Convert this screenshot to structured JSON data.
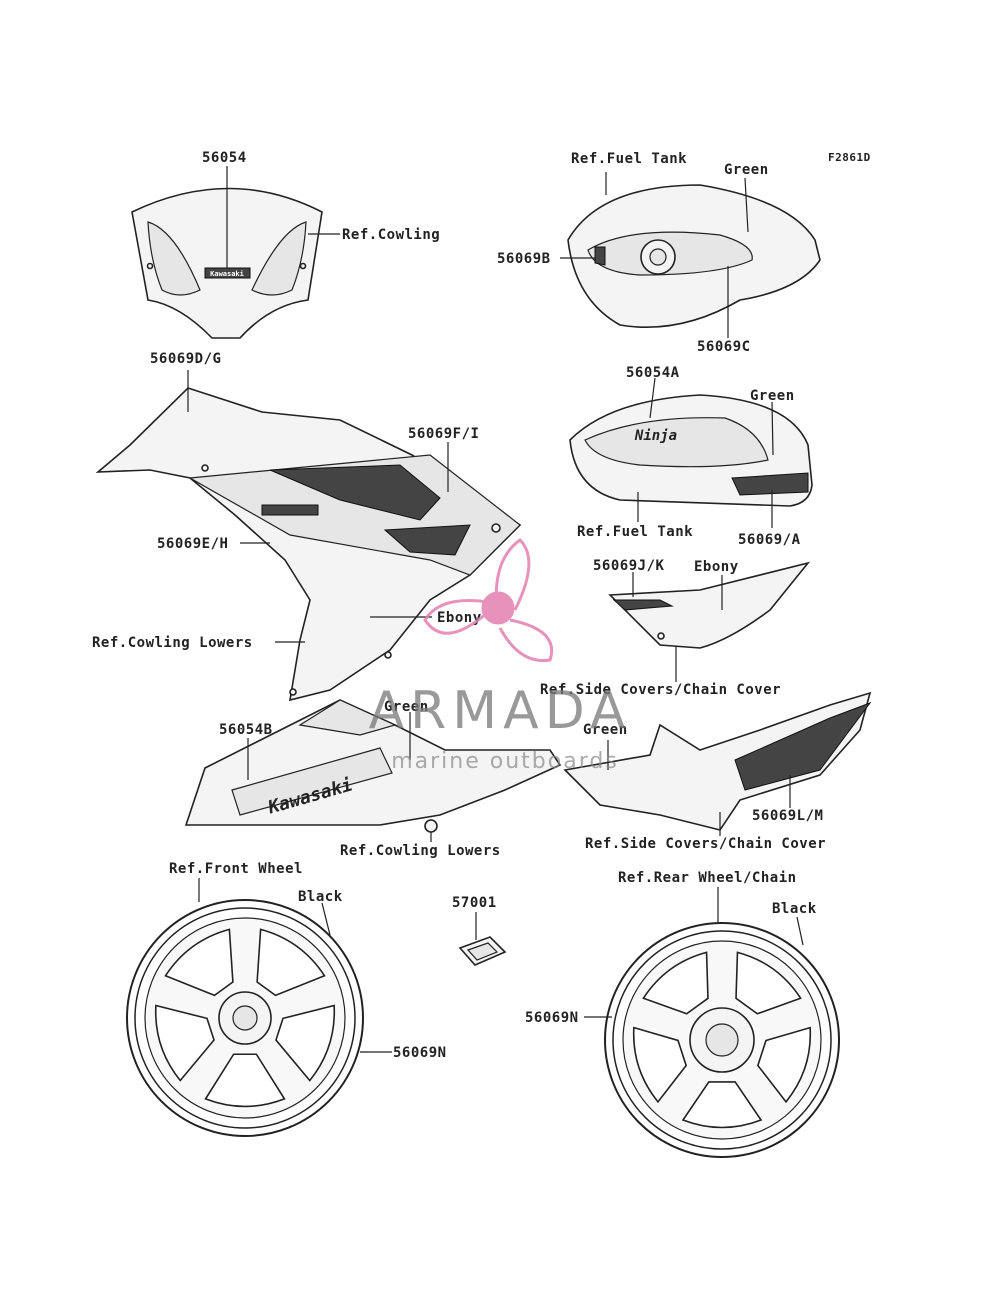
{
  "figure_code": "F2861D",
  "callouts": {
    "windscreen_part": "56054",
    "windscreen_ref": "Ref.Cowling",
    "tank_top_ref": "Ref.Fuel Tank",
    "tank_top_color": "Green",
    "tank_top_part_b": "56069B",
    "tank_top_part_c": "56069C",
    "tank_side_part": "56054A",
    "tank_side_color": "Green",
    "tank_side_ref": "Ref.Fuel Tank",
    "tank_side_part_a": "56069/A",
    "cowl_part_dg": "56069D/G",
    "cowl_part_fi": "56069F/I",
    "cowl_part_eh": "56069E/H",
    "cowl_ref_lowers": "Ref.Cowling Lowers",
    "cowl_color": "Ebony",
    "sidecover_part_jk": "56069J/K",
    "sidecover_color": "Ebony",
    "sidecover_ref": "Ref.Side Covers/Chain Cover",
    "lower_part": "56054B",
    "lower_color": "Green",
    "lower_ref": "Ref.Cowling Lowers",
    "tail_color": "Green",
    "tail_part": "56069L/M",
    "tail_ref": "Ref.Side Covers/Chain Cover",
    "front_wheel_ref": "Ref.Front Wheel",
    "front_wheel_color": "Black",
    "front_wheel_part": "56069N",
    "clip_part": "57001",
    "rear_wheel_ref": "Ref.Rear Wheel/Chain",
    "rear_wheel_color": "Black",
    "rear_wheel_part": "56069N"
  },
  "decal_text": {
    "windscreen_logo": "Kawasaki",
    "tank_logo": "Ninja",
    "lower_logo": "Kawasaki"
  },
  "watermark": {
    "brand": "ARMADA",
    "tagline": "marine outboards",
    "accent_color": "#e37fb0"
  }
}
